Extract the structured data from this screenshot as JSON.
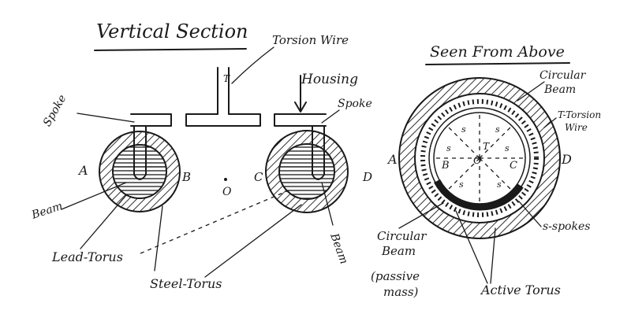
{
  "titles": {
    "vertical_section": "Vertical Section",
    "seen_from_above": "Seen From Above"
  },
  "labels": {
    "torsion_wire": "Torsion Wire",
    "housing": "Housing",
    "spoke_left": "Spoke",
    "spoke_right": "Spoke",
    "point_a_left": "A",
    "point_b": "B",
    "point_o_left": "O",
    "point_c_left": "C",
    "point_d_left": "D",
    "beam_left": "Beam",
    "lead_torus": "Lead-Torus",
    "steel_torus": "Steel-Torus",
    "beam_right": "Beam",
    "t_top": "T",
    "circular_beam_top": "Circular Beam",
    "t_torsion_wire": "T-Torsion Wire",
    "point_a_right": "A",
    "point_b_right": "B",
    "point_o_right": "O",
    "point_c_right": "C",
    "point_d_right": "D",
    "s_spokes": "s-spokes",
    "circular_beam_bottom": "Circular Beam",
    "passive_mass": "(passive mass)",
    "active_torus": "Active Torus",
    "s_letter": "s",
    "t_center": "T"
  },
  "colors": {
    "ink": "#1a1a1a",
    "paper": "#ffffff"
  }
}
